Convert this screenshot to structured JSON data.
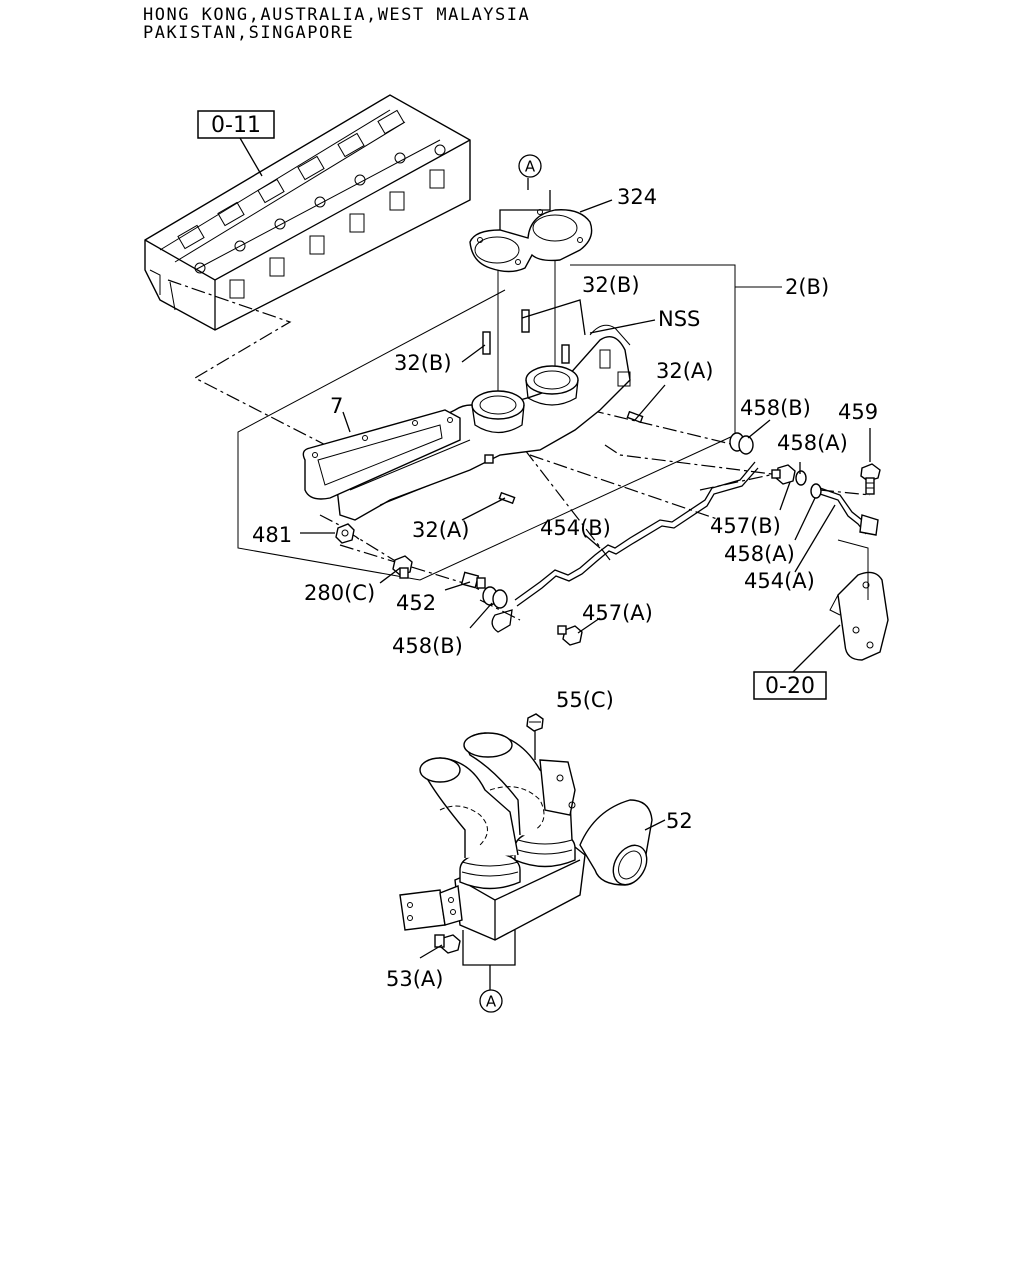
{
  "header": {
    "line1": "HONG KONG,AUSTRALIA,WEST MALAYSIA",
    "line2": "PAKISTAN,SINGAPORE"
  },
  "refs": {
    "cylinder_head": "0-11",
    "bracket": "0-20"
  },
  "callouts": {
    "a_top": "A",
    "a_bottom": "A"
  },
  "labels": {
    "p324": "324",
    "p2b": "2(B)",
    "p32b_top": "32(B)",
    "nss": "NSS",
    "p32b_left": "32(B)",
    "p32a_right": "32(A)",
    "p7": "7",
    "p458b_top": "458(B)",
    "p459": "459",
    "p458a_top": "458(A)",
    "p481": "481",
    "p32a_low": "32(A)",
    "p454b": "454(B)",
    "p457b": "457(B)",
    "p458a_low": "458(A)",
    "p454a": "454(A)",
    "p280c": "280(C)",
    "p452": "452",
    "p457a": "457(A)",
    "p458b_low": "458(B)",
    "p55c": "55(C)",
    "p52": "52",
    "p53a": "53(A)"
  }
}
